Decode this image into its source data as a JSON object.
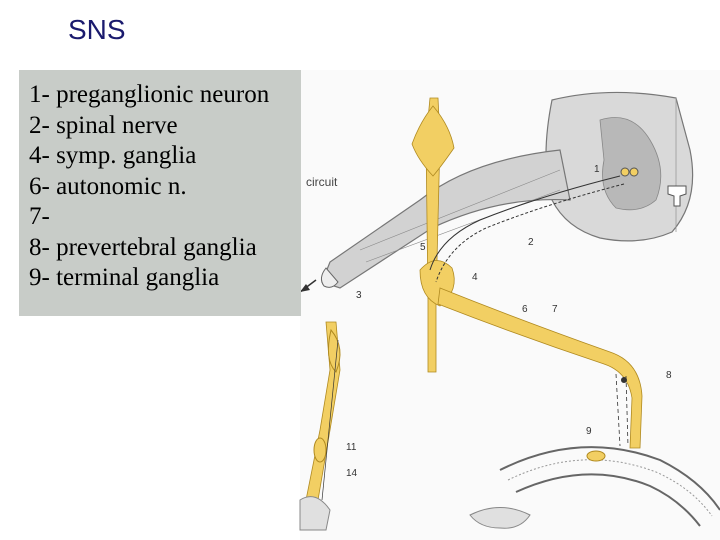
{
  "title": "SNS",
  "legend": {
    "items": [
      "1- preganglionic neuron",
      "2- spinal nerve",
      "4- symp. ganglia",
      "6- autonomic n.",
      "7-",
      "8- prevertebral ganglia",
      "9- terminal ganglia"
    ]
  },
  "figure": {
    "caption_partial": "circuit",
    "labels": [
      "1",
      "2",
      "3",
      "4",
      "5",
      "6",
      "7",
      "8",
      "9",
      "11",
      "14"
    ]
  },
  "colors": {
    "title": "#1a1a6e",
    "legend_bg": "#c8ccc8",
    "nerve_yellow": "#f2cf63",
    "gray_matter": "#bdbdbd",
    "cord": "#d6d6d6"
  }
}
